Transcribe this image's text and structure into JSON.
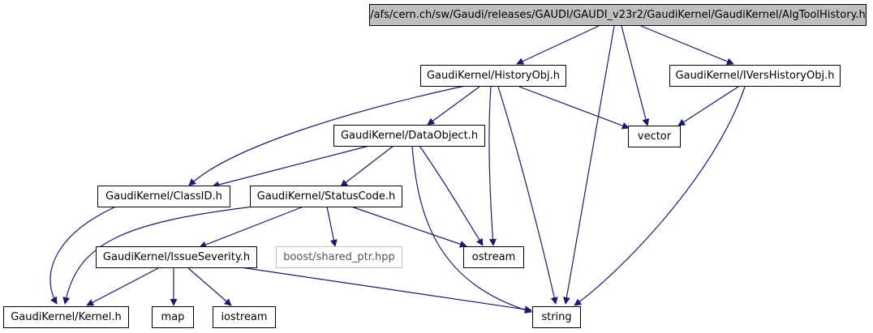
{
  "diagram": {
    "colors": {
      "edge": "#191970",
      "root_fill": "#bfbfbf",
      "node_border": "#000000",
      "missing_border": "#bfbfbf"
    },
    "nodes": {
      "root": "/afs/cern.ch/sw/Gaudi/releases/GAUDI/GAUDI_v23r2/GaudiKernel/GaudiKernel/AlgToolHistory.h",
      "history_obj": "GaudiKernel/HistoryObj.h",
      "ivers_history_obj": "GaudiKernel/IVersHistoryObj.h",
      "data_object": "GaudiKernel/DataObject.h",
      "vector": "vector",
      "class_id": "GaudiKernel/ClassID.h",
      "status_code": "GaudiKernel/StatusCode.h",
      "issue_severity": "GaudiKernel/IssueSeverity.h",
      "shared_ptr": "boost/shared_ptr.hpp",
      "ostream": "ostream",
      "kernel": "GaudiKernel/Kernel.h",
      "map": "map",
      "iostream": "iostream",
      "string": "string"
    }
  }
}
